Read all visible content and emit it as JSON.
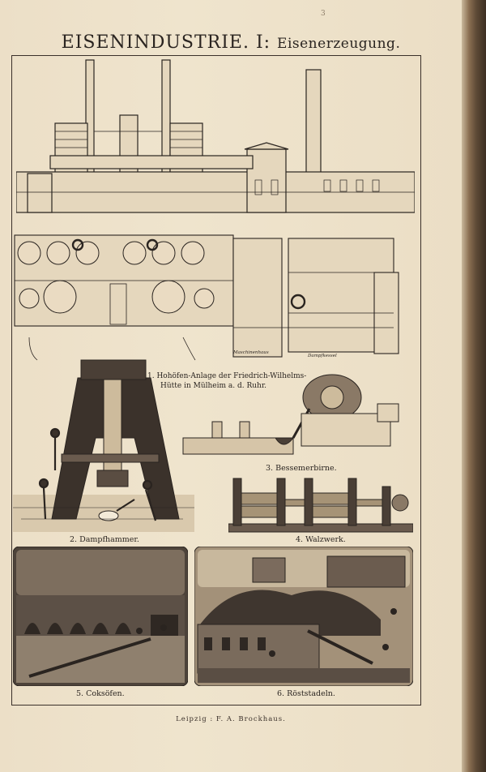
{
  "page": {
    "page_number": "3",
    "title_main": "EISENINDUSTRIE. I:",
    "title_sub": "Eisenerzeugung.",
    "footer": "Leipzig : F. A. Brockhaus."
  },
  "figures": [
    {
      "id": "fig1",
      "caption_line1": "1. Hohöfen-Anlage der Friedrich-Wilhelms-",
      "caption_line2": "Hütte in Mülheim a. d. Ruhr."
    },
    {
      "id": "fig2",
      "caption": "2. Dampfhammer."
    },
    {
      "id": "fig3",
      "caption": "3. Bessemerbirne."
    },
    {
      "id": "fig4",
      "caption": "4. Walzwerk."
    },
    {
      "id": "fig5",
      "caption": "5. Coksöfen."
    },
    {
      "id": "fig6",
      "caption": "6. Röststadeln."
    }
  ],
  "plan_labels": {
    "machine_house": "Maschinenhaus",
    "steam_boiler": "Dampfkessel"
  }
}
